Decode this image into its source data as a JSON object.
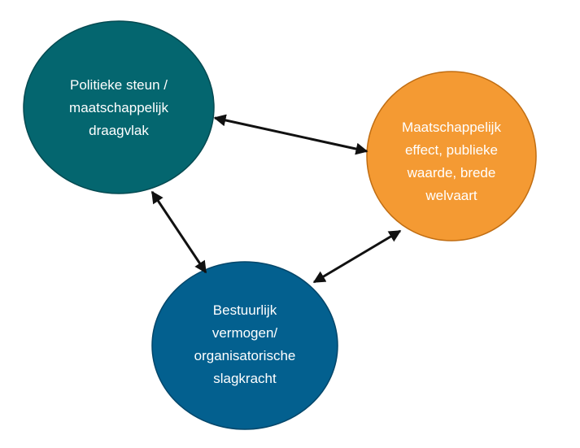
{
  "diagram": {
    "nodes": [
      {
        "id": "politieke-steun",
        "lines": [
          "Politieke steun /",
          "maatschappelijk",
          "draagvlak"
        ],
        "fill": "#04666f",
        "stroke": "#044a51"
      },
      {
        "id": "maatschappelijk-effect",
        "lines": [
          "Maatschappelijk",
          "effect, publieke",
          "waarde, brede",
          "welvaart"
        ],
        "fill": "#f49a33",
        "stroke": "#c06d12"
      },
      {
        "id": "bestuurlijk-vermogen",
        "lines": [
          "Bestuurlijk",
          "vermogen/",
          "organisatorische",
          "slagkracht"
        ],
        "fill": "#03608f",
        "stroke": "#02466a"
      }
    ],
    "edges": [
      {
        "from": "politieke-steun",
        "to": "maatschappelijk-effect",
        "direction": "both"
      },
      {
        "from": "politieke-steun",
        "to": "bestuurlijk-vermogen",
        "direction": "both"
      },
      {
        "from": "bestuurlijk-vermogen",
        "to": "maatschappelijk-effect",
        "direction": "both"
      }
    ],
    "arrow_color": "#111111"
  }
}
